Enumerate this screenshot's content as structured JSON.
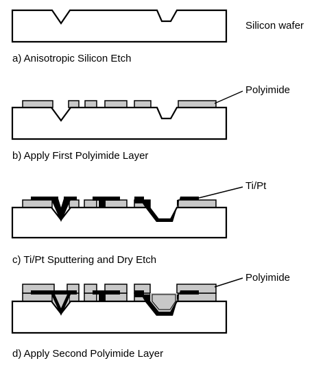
{
  "steps": [
    {
      "caption": "a) Anisotropic Silicon Etch",
      "label": "Silicon wafer"
    },
    {
      "caption": "b) Apply First Polyimide Layer",
      "label": "Polyimide"
    },
    {
      "caption": "c) Ti/Pt Sputtering and Dry Etch",
      "label": "Ti/Pt"
    },
    {
      "caption": "d) Apply Second Polyimide Layer",
      "label": "Polyimide"
    }
  ],
  "colors": {
    "wafer_fill": "#ffffff",
    "outline": "#000000",
    "polyimide": "#c8c8c8",
    "metal": "#000000"
  }
}
